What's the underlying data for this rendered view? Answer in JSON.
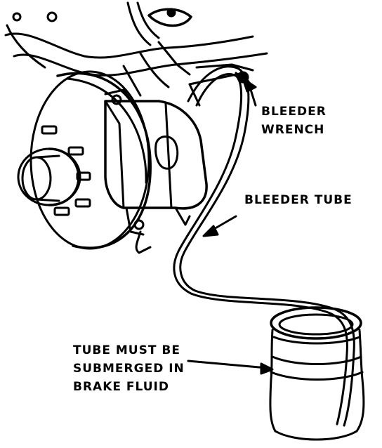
{
  "labels": {
    "bleeder_wrench": [
      "BLEEDER",
      "WRENCH"
    ],
    "bleeder_tube": "BLEEDER TUBE",
    "submerge_note": [
      "TUBE MUST BE",
      "SUBMERGED IN",
      "BRAKE FLUID"
    ]
  },
  "colors": {
    "ink": "#000000",
    "paper": "#ffffff"
  }
}
